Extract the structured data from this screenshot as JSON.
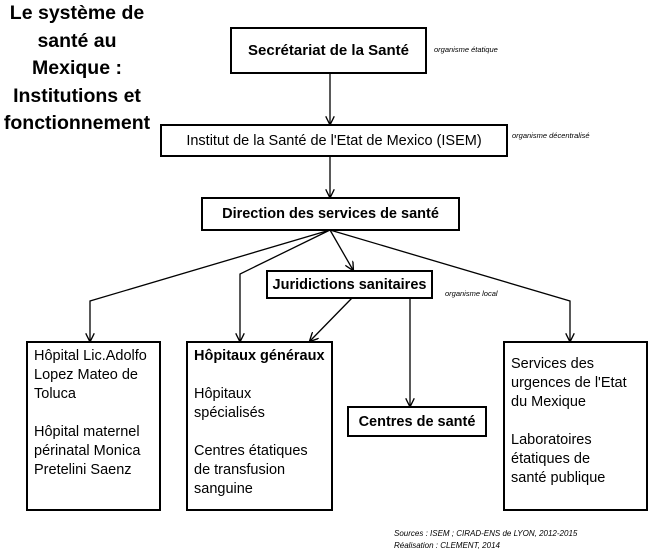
{
  "title": {
    "line1": "Le système de",
    "line2": "santé au",
    "line3": "Mexique :",
    "line4": "Institutions et",
    "line5": "fonctionnement"
  },
  "nodes": {
    "secretariat": {
      "label": "Secrétariat de la Santé",
      "note": "organisme étatique"
    },
    "isem": {
      "label": "Institut de la Santé de l'Etat de Mexico (ISEM)",
      "note": "organisme décentralisé"
    },
    "direction": {
      "label": "Direction des services de santé"
    },
    "juridictions": {
      "label": "Juridictions sanitaires",
      "note": "organisme local"
    },
    "hopital_lopez": {
      "line1": "Hôpital Lic.Adolfo",
      "line2": "Lopez Mateo de",
      "line3": "Toluca",
      "line4": "Hôpital maternel",
      "line5": "périnatal Monica",
      "line6": "Pretelini Saenz"
    },
    "hopitaux": {
      "line1": "Hôpitaux généraux",
      "line2": "Hôpitaux",
      "line3": "spécialisés",
      "line4": "Centres étatiques",
      "line5": "de transfusion",
      "line6": "sanguine"
    },
    "centres": {
      "label": "Centres de santé"
    },
    "services": {
      "line1": "Services des",
      "line2": "urgences de l'Etat",
      "line3": "du Mexique",
      "line4": "Laboratoires",
      "line5": "étatiques de",
      "line6": "santé publique"
    }
  },
  "sources": {
    "line1": "Sources : ISEM ; CIRAD-ENS de LYON, 2012-2015",
    "line2": "Réalisation : CLEMENT, 2014"
  }
}
